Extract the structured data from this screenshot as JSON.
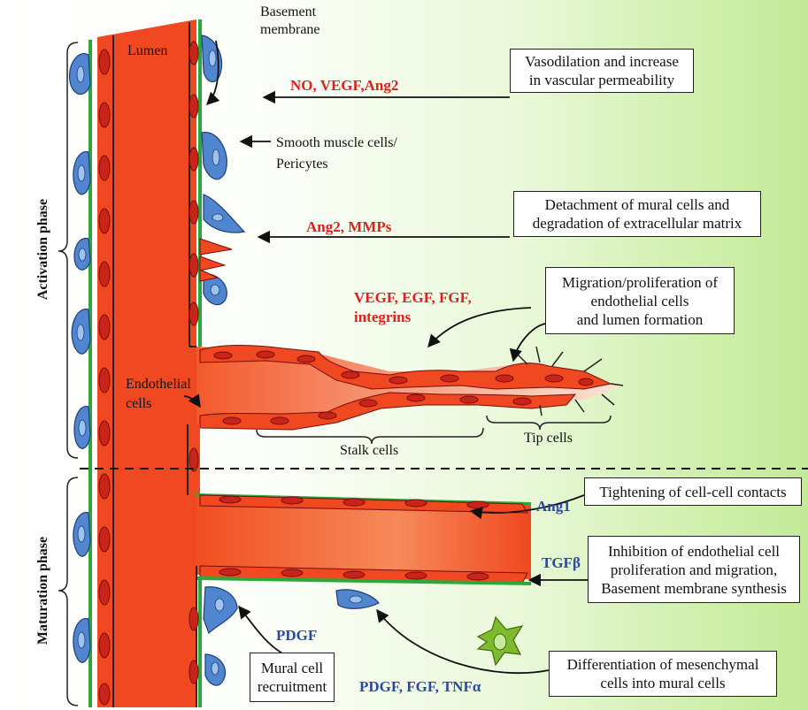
{
  "phases": {
    "activation": "Activation phase",
    "maturation": "Maturation phase"
  },
  "labels": {
    "lumen": "Lumen",
    "basement_membrane": "Basement\nmembrane",
    "smooth_muscle": "Smooth muscle cells/\nPericytes",
    "endothelial_cells": "Endothelial\ncells",
    "stalk_cells": "Stalk cells",
    "tip_cells": "Tip cells"
  },
  "factors": {
    "no_vegf_ang2": "NO, VEGF,Ang2",
    "ang2_mmps": "Ang2, MMPs",
    "vegf_egf_fgf_integrins": "VEGF, EGF, FGF,\nintegrins",
    "ang1": "Ang1",
    "tgfb": "TGFβ",
    "pdgf": "PDGF",
    "pdgf_fgf_tnfa": "PDGF, FGF, TNFα"
  },
  "boxes": {
    "vasodilation": "Vasodilation and increase\nin vascular permeability",
    "detachment": "Detachment of mural cells and\ndegradation of extracellular matrix",
    "migration": "Migration/proliferation of\nendothelial cells\nand lumen formation",
    "tightening": "Tightening of cell-cell contacts",
    "inhibition": "Inhibition of endothelial cell\nproliferation and migration,\nBasement membrane synthesis",
    "mural_recruitment": "Mural cell\nrecruitment",
    "differentiation": "Differentiation of mesenchymal\ncells into mural cells"
  },
  "colors": {
    "vessel": "#f04820",
    "vessel_fill_light": "#fbd3c0",
    "membrane": "#2aa83a",
    "mural_cell": "#4f86cf",
    "factor_red": "#e0201c",
    "factor_blue": "#2a4aa0"
  }
}
